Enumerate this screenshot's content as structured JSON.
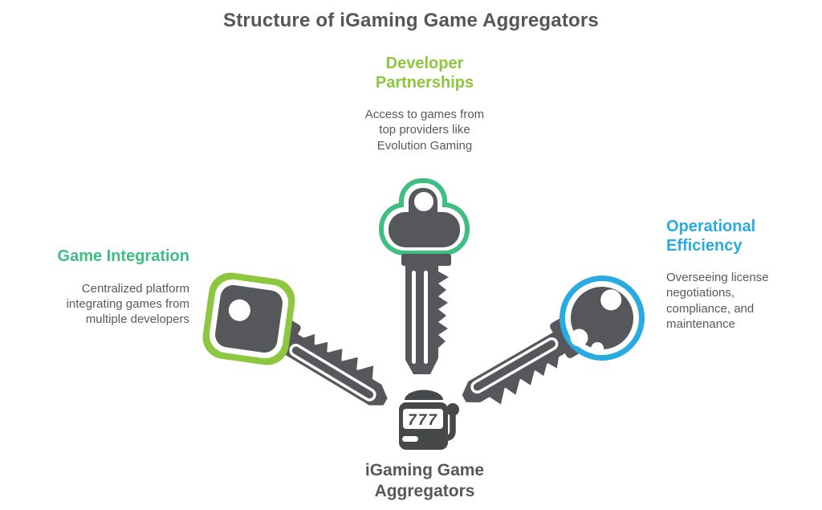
{
  "title": "Structure of iGaming Game Aggregators",
  "branches": {
    "top": {
      "heading": "Developer Partnerships",
      "body": "Access to games from top providers like Evolution Gaming",
      "accent_color": "#8DC63F"
    },
    "left": {
      "heading": "Game Integration",
      "body": "Centralized platform integrating games from multiple developers",
      "accent_color": "#3EBE82"
    },
    "right": {
      "heading": "Operational Efficiency",
      "body": "Overseeing license negotiations, compliance, and maintenance",
      "accent_color": "#29ABE2"
    }
  },
  "center": {
    "label": "iGaming Game Aggregators",
    "slot_display": "777"
  },
  "icons": {
    "top": "key-icon-emerald",
    "left": "key-icon-lime",
    "right": "key-icon-blue",
    "center": "slot-machine-icon"
  },
  "colors": {
    "emerald": "#3EBE82",
    "lime": "#8DC63F",
    "blue": "#29ABE2",
    "key_gray": "#56575A",
    "icon_dark_gray": "#47484A",
    "text_gray": "#58595B",
    "title_gray": "#555659",
    "background": "#FFFFFF"
  }
}
